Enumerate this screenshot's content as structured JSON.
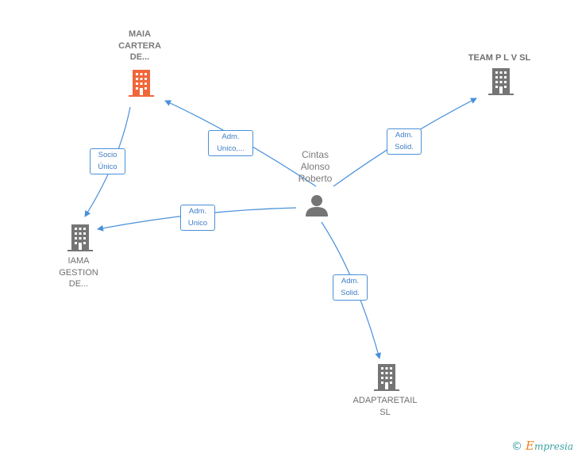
{
  "nodes": {
    "maia": {
      "label": "MAIA\nCARTERA\nDE...",
      "icon": "building-icon",
      "color": "#f0673a"
    },
    "team": {
      "label": "TEAM P L V SL",
      "icon": "building-icon",
      "color": "#757575"
    },
    "iama": {
      "label": "IAMA\nGESTION\nDE...",
      "icon": "building-icon",
      "color": "#757575"
    },
    "adapta": {
      "label": "ADAPTARETAIL\nSL",
      "icon": "building-icon",
      "color": "#757575"
    },
    "person": {
      "label": "Cintas\nAlonso\nRoberto",
      "icon": "person-icon",
      "color": "#757575"
    }
  },
  "edges": {
    "to_maia": "Adm.\nUnico,...",
    "to_team": "Adm.\nSolid.",
    "to_iama": "Adm.\nUnico",
    "to_adapta": "Adm.\nSolid.",
    "maia_to_iama": "Socio\nÚnico"
  },
  "edge_color": "#4a90d9",
  "footer": {
    "copyright_symbol": "©",
    "brand_e": "E",
    "brand_rest": "mpresia"
  }
}
